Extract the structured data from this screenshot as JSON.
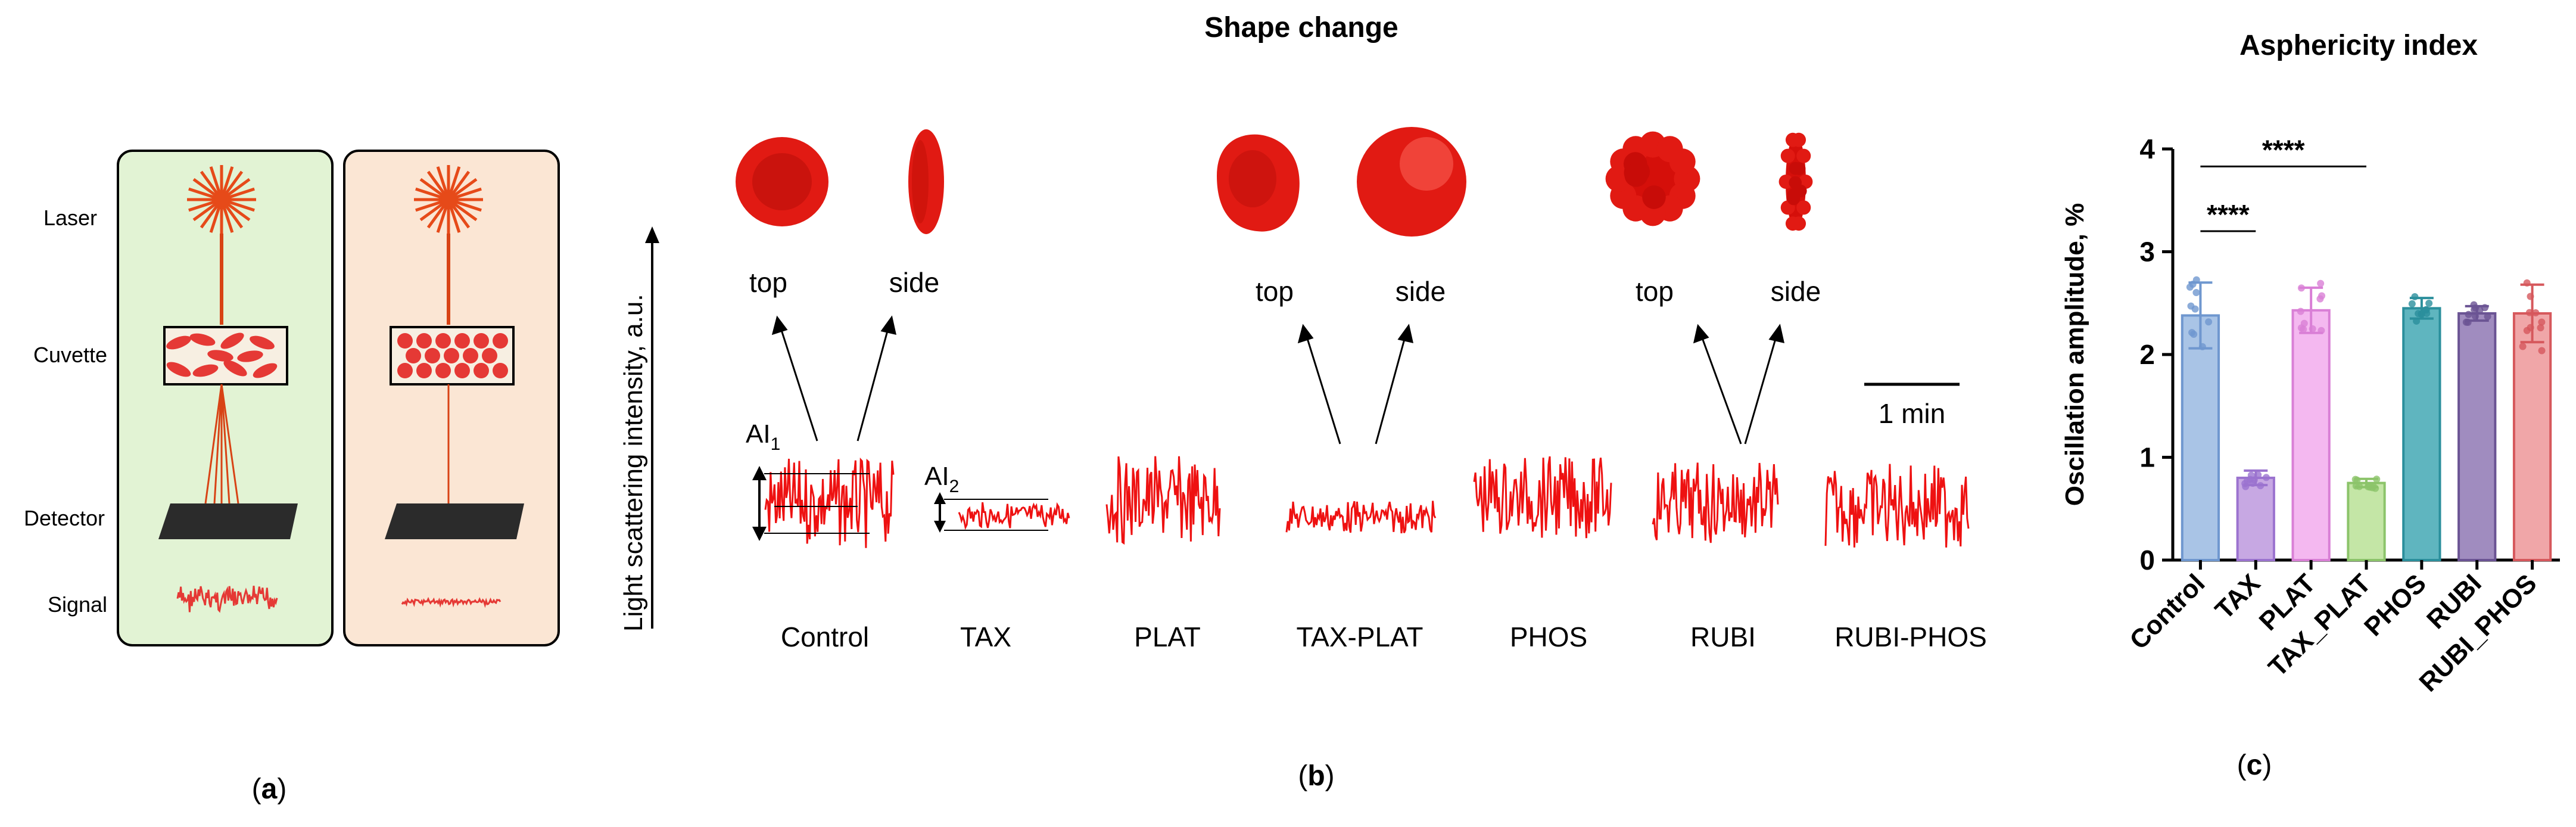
{
  "panel_a": {
    "labels": [
      "Laser",
      "Cuvette",
      "Detector",
      "Signal"
    ],
    "caption": "(a)",
    "caption_letter": "a"
  },
  "panel_b": {
    "title": "Shape change",
    "y_label": "Light scattering intensity, a.u.",
    "scale_bar": "1 min",
    "views": {
      "top": "top",
      "side": "side"
    },
    "ai1": "AI",
    "ai1_sub": "1",
    "ai2": "AI",
    "ai2_sub": "2",
    "groups": [
      "Control",
      "TAX",
      "PLAT",
      "TAX-PLAT",
      "PHOS",
      "RUBI",
      "RUBI-PHOS"
    ],
    "caption": "(b)",
    "caption_letter": "b"
  },
  "panel_c": {
    "title": "Asphericity index",
    "caption": "(c)",
    "caption_letter": "c",
    "significance": [
      "****",
      "****"
    ]
  },
  "chart_data": {
    "type": "bar",
    "title": "Asphericity index",
    "xlabel": "",
    "ylabel": "Oscillation amplitude, %",
    "ylim": [
      0,
      4
    ],
    "yticks": [
      0,
      1,
      2,
      3,
      4
    ],
    "categories": [
      "Control",
      "TAX",
      "PLAT",
      "TAX_PLAT",
      "PHOS",
      "RUBI",
      "RUBI_PHOS"
    ],
    "values": [
      2.38,
      0.8,
      2.43,
      0.75,
      2.45,
      2.4,
      2.4
    ],
    "errors": [
      0.32,
      0.07,
      0.22,
      0.04,
      0.1,
      0.07,
      0.28
    ],
    "colors": [
      "#a9c4e6",
      "#c7a8e3",
      "#f4b8f0",
      "#c4e6a6",
      "#5fb5bf",
      "#a08cbf",
      "#f0a6a8"
    ],
    "edge_colors": [
      "#6f97cf",
      "#9b73cf",
      "#d97fd6",
      "#8cc46a",
      "#2b8f9c",
      "#6b5494",
      "#d6585c"
    ]
  }
}
